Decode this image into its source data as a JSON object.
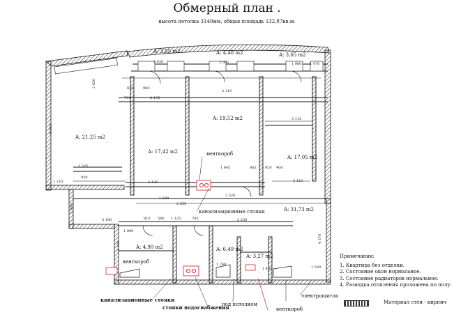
{
  "title": "Обмерный план .",
  "subtitle": "высота потолка 3140мм, общая площадь  132,87кв.м.",
  "rooms": [
    {
      "label": "A: 3,55 m2"
    },
    {
      "label": "A: 4,48 m2"
    },
    {
      "label": "A: 3,65 m2"
    },
    {
      "label": "A: 21,25 m2"
    },
    {
      "label": "A: 17,42 m2"
    },
    {
      "label": "A: 19,52 m2"
    },
    {
      "label": "A: 17,05 m2"
    },
    {
      "label": "A: 31,73 m2"
    },
    {
      "label": "A: 4,90 m2"
    },
    {
      "label": "A: 6,49 m2"
    },
    {
      "label": "A: 3,27 m2"
    }
  ],
  "annotations": {
    "ventkorob_top": "венткороб",
    "ventkorob_left": "венткороб",
    "ventkorob_bottom": "венткороб",
    "kanal_stoyki_mid": "канализационные стояки",
    "kanal_stoyki_bottom": "канализационные стояки",
    "stoyki_vodosnab": "стояки водоснабжения",
    "pod_potolkom": "под потолком",
    "electroshitok": "электрощиток"
  },
  "dimensions": [
    "2 020",
    "2 005",
    "1 980",
    "1 470",
    "840",
    "900",
    "730",
    "2 135",
    "2 110",
    "3 115",
    "2 950",
    "6 033",
    "3 325",
    "1 210",
    "930",
    "3 130",
    "1 800",
    "2 520",
    "3 113",
    "1 645",
    "865",
    "920",
    "400",
    "2 230",
    "2 650",
    "3 180",
    "810",
    "580",
    "1 125",
    "795",
    "1 000",
    "2 100",
    "1 740",
    "4 370",
    "1 500",
    "1 690",
    "1 450"
  ],
  "notes": {
    "heading": "Примечания:",
    "items": [
      "1. Квартира без отделки.",
      "2. Состояние окон нормальное.",
      "3. Состояние радиаторов нормальное.",
      "4. Разводка отопления проложена по полу."
    ]
  },
  "legend": {
    "material": "Материал стен - кирпич"
  }
}
